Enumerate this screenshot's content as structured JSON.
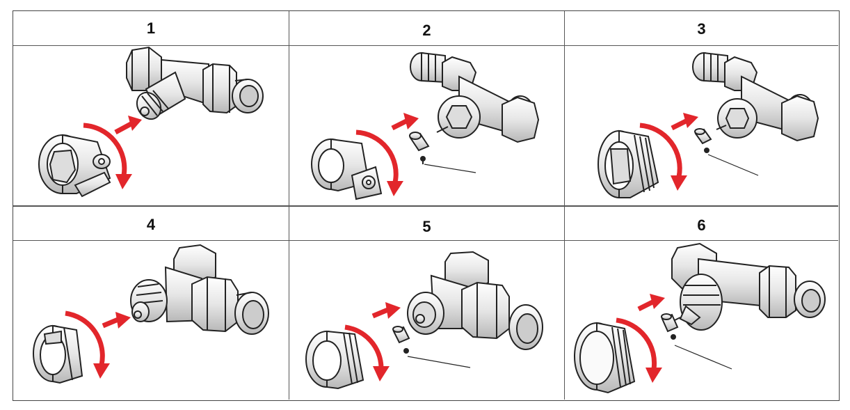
{
  "steps": [
    {
      "number": "1"
    },
    {
      "number": "2"
    },
    {
      "number": "3"
    },
    {
      "number": "4"
    },
    {
      "number": "5"
    },
    {
      "number": "6"
    }
  ],
  "colors": {
    "arrow": "#e2262b",
    "line": "#222222",
    "metal_light": "#f2f2f2",
    "metal_mid": "#c9c9c9",
    "metal_dark": "#8a8a8a"
  }
}
